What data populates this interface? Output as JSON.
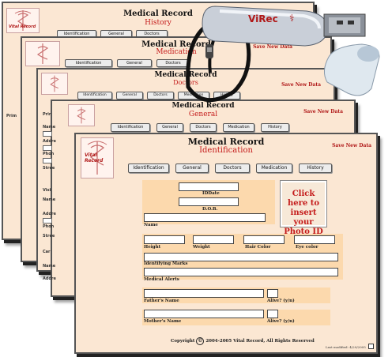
{
  "nav": [
    "Identification",
    "General",
    "Doctors",
    "Medication",
    "History"
  ],
  "title": "Medical Record",
  "save_label": "Save New Data",
  "logo_text": "Vital Record",
  "cards": {
    "history": {
      "subtitle": "History"
    },
    "medication": {
      "subtitle": "Medication"
    },
    "doctors": {
      "subtitle": "Doctors"
    },
    "general": {
      "subtitle": "General"
    },
    "identification": {
      "subtitle": "Identification"
    }
  },
  "stubs": [
    "Prim",
    "Name",
    "Addre",
    "Phon",
    "Stree",
    "Visi",
    "Name",
    "Addre",
    "Phon",
    "Stree",
    "Car",
    "Name",
    "Addre"
  ],
  "usb_label": "ViRec",
  "form": {
    "iddate_label": "IDDate",
    "dob_label": "D.O.B.",
    "name_label": "Name",
    "photo_text": "Click here to insert your Photo ID",
    "height_label": "Height",
    "weight_label": "Weight",
    "hair_label": "Hair Color",
    "eye_label": "Eye color",
    "marks_label": "Identifying Marks",
    "alerts_label": "Medical Alerts",
    "father_label": "Father's Name",
    "alive_label": "Alive? (y/n)",
    "mother_label": "Mother's Name",
    "alive2_label": "Alive? (y/n)"
  },
  "footer": {
    "copyright": "Copyright",
    "copy_symbol": "©",
    "copyright_rest": "2004-2005 Vital Record, All Rights Reserved",
    "modified": "Last modified: 4/29/2005"
  }
}
